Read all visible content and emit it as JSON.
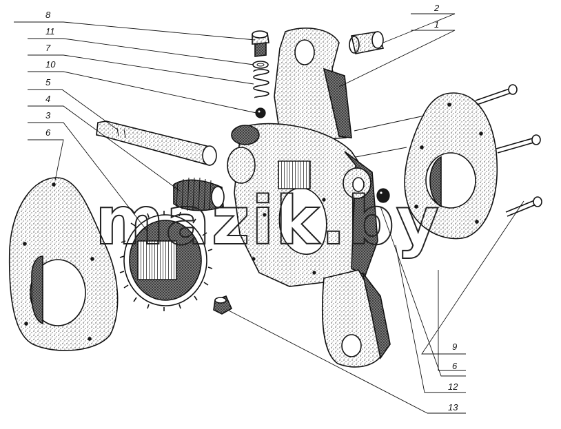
{
  "watermark": "mazik.by",
  "callouts": {
    "c8": "8",
    "c11": "11",
    "c7": "7",
    "c10": "10",
    "c5": "5",
    "c4": "4",
    "c3": "3",
    "c6left": "6",
    "c2": "2",
    "c1": "1",
    "c9": "9",
    "c6right": "6",
    "c12": "12",
    "c13": "13"
  }
}
